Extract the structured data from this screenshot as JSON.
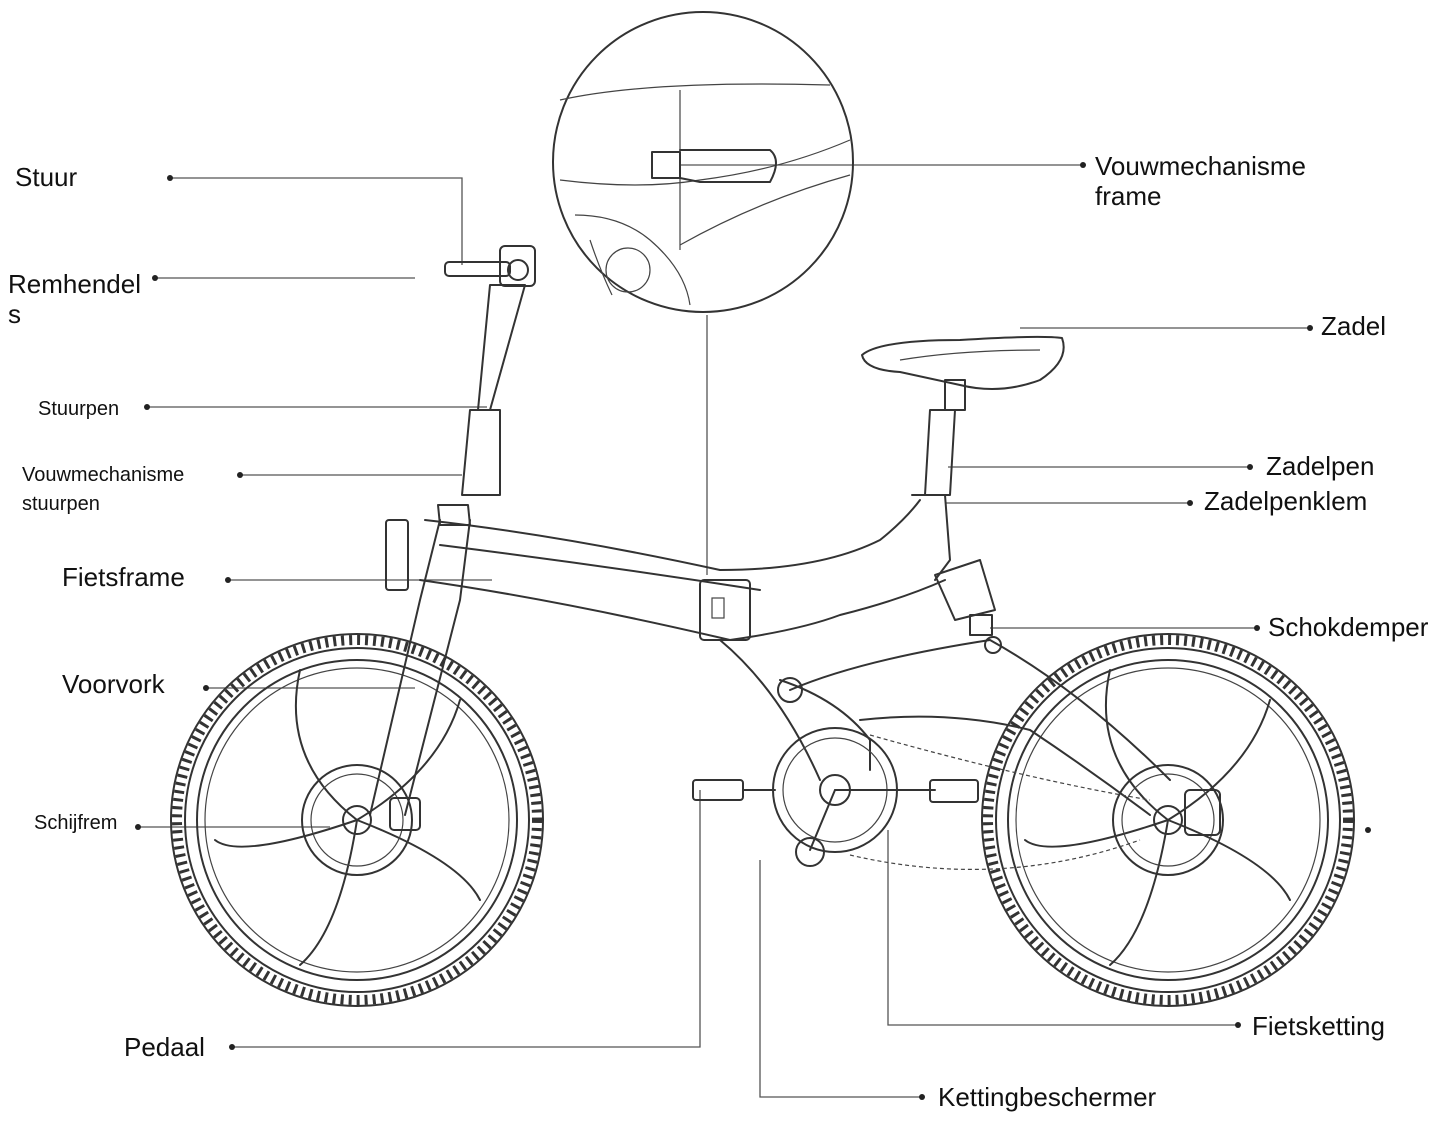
{
  "labels": {
    "stuur": "Stuur",
    "remhendels": "Remhendel\ns",
    "stuurpen": "Stuurpen",
    "vouwmechanisme_stuurpen": "Vouwmechanisme\nstuurpen",
    "fietsframe": "Fietsframe",
    "voorvork": "Voorvork",
    "schijfrem": "Schijfrem",
    "pedaal": "Pedaal",
    "vouwmechanisme_frame": "Vouwmechanisme\nframe",
    "zadel": "Zadel",
    "zadelpen": "Zadelpen",
    "zadelpenklem": "Zadelpenklem",
    "schokdemper": "Schokdemper",
    "fietsketting": "Fietsketting",
    "kettingbeschermer": "Kettingbeschermer"
  }
}
